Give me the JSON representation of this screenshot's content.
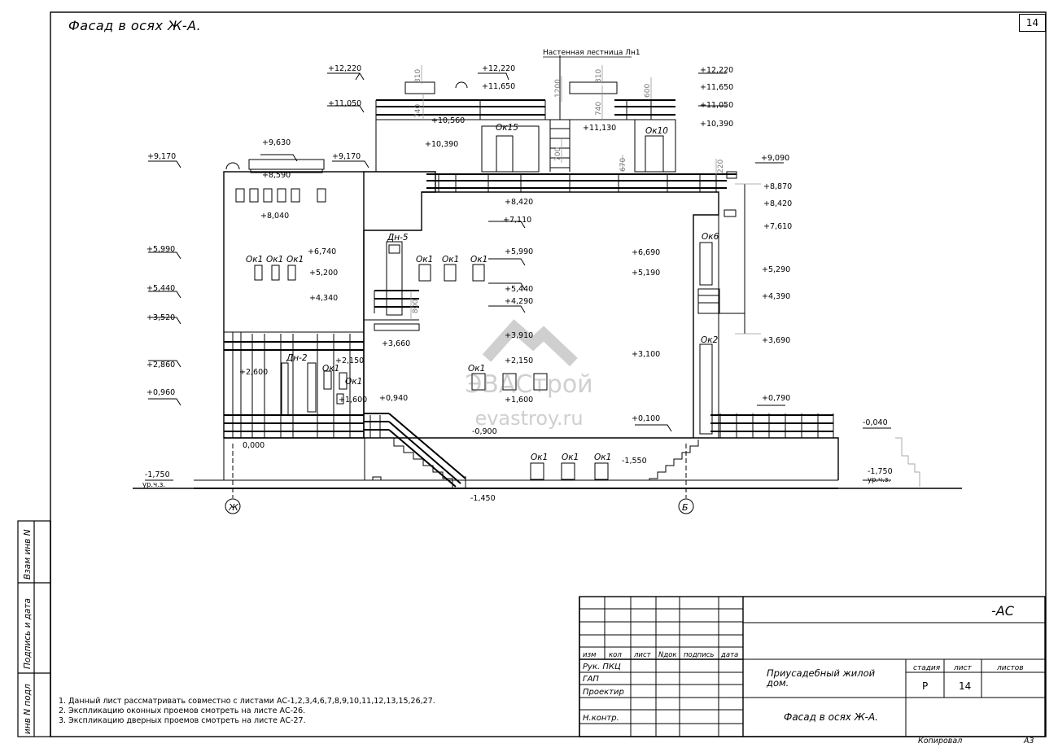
{
  "sheet": {
    "title": "Фасад в осях Ж-А.",
    "sheet_number": "14",
    "stair_callout": "Настенная лестница Лн1",
    "watermark": {
      "brand": "ЭВАСтрой",
      "url": "evastroy.ru"
    }
  },
  "elevation_marks": [
    "+12,220",
    "+12,220",
    "+12,220",
    "+11,650",
    "+11,650",
    "+11,050",
    "+11,050",
    "+11,130",
    "+10,560",
    "+10,390",
    "+10,390",
    "+9,630",
    "+9,170",
    "+9,170",
    "+9,090",
    "+8,870",
    "+8,590",
    "+8,420",
    "+8,420",
    "+8,040",
    "+7,610",
    "+7,110",
    "+6,740",
    "+6,690",
    "+5,990",
    "+5,990",
    "+5,440",
    "+5,440",
    "+5,290",
    "+5,200",
    "+5,190",
    "+4,390",
    "+4,340",
    "+4,290",
    "+3,910",
    "+3,690",
    "+3,660",
    "+3,520",
    "+3,100",
    "+2,860",
    "+2,600",
    "+2,150",
    "+2,150",
    "+1,600",
    "+1,600",
    "+0,960",
    "+0,940",
    "+0,790",
    "+0,100",
    "0,000",
    "-0,040",
    "-0,900",
    "-1,450",
    "-1,550",
    "-1,750",
    "-1,750"
  ],
  "ground_label": "ур.ч.з.",
  "dimensions": [
    "310",
    "310",
    "600",
    "740",
    "740",
    "1200",
    "700",
    "670",
    "220",
    "800"
  ],
  "openings": [
    "Ок15",
    "Ок10",
    "Ок6",
    "Ок2",
    "Ок1",
    "Дн-5",
    "Дн-2"
  ],
  "axes": [
    "Ж",
    "Б"
  ],
  "notes": [
    "1. Данный лист рассматривать совместно с листами АС-1,2,3,4,6,7,8,9,10,11,12,13,15,26,27.",
    "2. Экспликацию оконных проемов смотреть на листе АС-26.",
    "3. Экспликацию дверных проемов смотреть на листе АС-27."
  ],
  "title_block": {
    "code": "-АС",
    "col_headers": [
      "изм",
      "кол",
      "лист",
      "Nдок",
      "подпись",
      "дата"
    ],
    "roles": [
      "Рук. ПКЦ",
      "ГАП",
      "Проектир",
      "",
      "Н.контр."
    ],
    "project": "Приусадебный жилой дом.",
    "sheet_title": "Фасад в осях Ж-А.",
    "stage_label": "стадия",
    "sheet_label": "лист",
    "sheets_label": "листов",
    "stage": "Р",
    "sheet": "14"
  },
  "side_stamp": [
    "инв N подл",
    "Подпись и дата",
    "Взам инв N"
  ],
  "footer": {
    "copied": "Копировал",
    "format": "А3"
  }
}
